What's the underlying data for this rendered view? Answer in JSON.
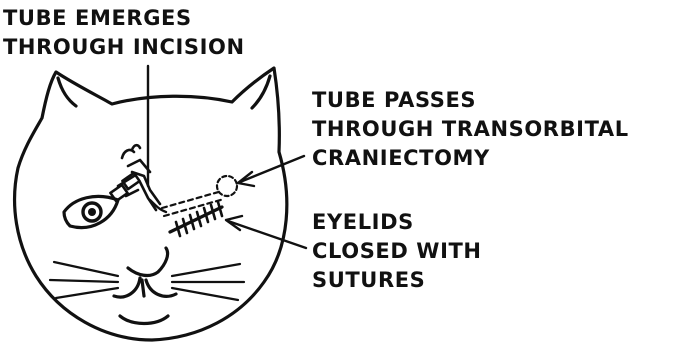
{
  "labels": {
    "tube_emerges": {
      "line1": "TUBE EMERGES",
      "line2": "THROUGH INCISION"
    },
    "tube_passes": {
      "line1": "TUBE PASSES",
      "line2": "THROUGH TRANSORBITAL",
      "line3": "CRANIECTOMY"
    },
    "eyelids": {
      "line1": "EYELIDS",
      "line2": "CLOSED WITH",
      "line3": "SUTURES"
    }
  },
  "colors": {
    "ink": "#111111",
    "background": "#ffffff"
  }
}
